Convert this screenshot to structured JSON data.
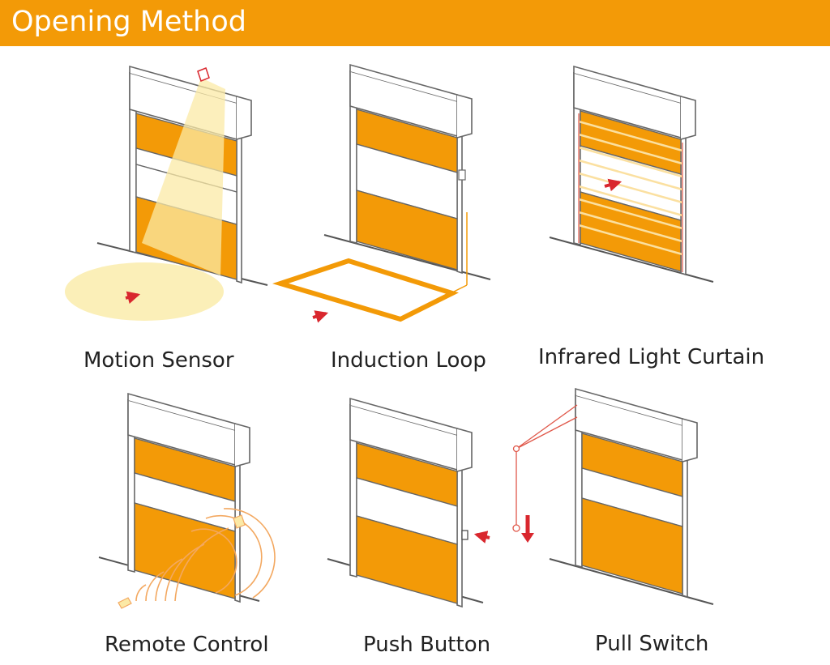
{
  "header": {
    "title": "Opening Method"
  },
  "methods": [
    {
      "label": "Motion Sensor"
    },
    {
      "label": "Induction Loop"
    },
    {
      "label": "Infrared Light Curtain"
    },
    {
      "label": "Remote Control"
    },
    {
      "label": "Push Button"
    },
    {
      "label": "Pull Switch"
    }
  ],
  "colors": {
    "header_bg": "#F39A07",
    "panel_orange": "#F39A07",
    "frame_gray": "#666666",
    "arrow_red": "#D9272E",
    "sensor_glow": "#FBE9A6",
    "loop_orange": "#F39A07"
  }
}
